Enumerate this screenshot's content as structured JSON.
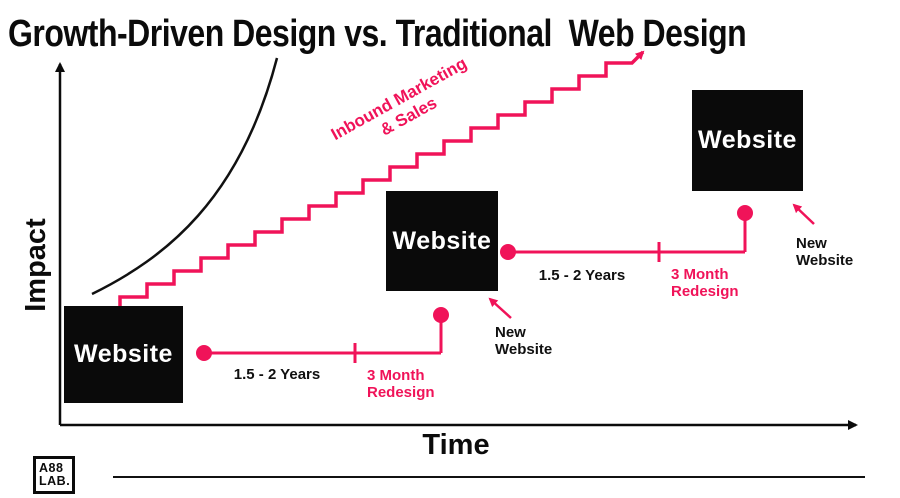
{
  "title": "Growth-Driven Design vs. Traditional  Web Design",
  "colors": {
    "accent_pink": "#f01359",
    "ink_black": "#0b0b0b",
    "background": "#ffffff",
    "box_fill": "#0a0a0a",
    "box_text": "#ffffff"
  },
  "axes": {
    "y_label": "Impact",
    "x_label": "Time"
  },
  "growth_line": {
    "label_line1": "Inbound Marketing",
    "label_line2": "& Sales"
  },
  "website_boxes": [
    {
      "label": "Website"
    },
    {
      "label": "Website"
    },
    {
      "label": "Website"
    }
  ],
  "timelines": [
    {
      "wait_label": "1.5 - 2 Years",
      "redesign_line1": "3 Month",
      "redesign_line2": "Redesign"
    },
    {
      "wait_label": "1.5 - 2 Years",
      "redesign_line1": "3 Month",
      "redesign_line2": "Redesign"
    }
  ],
  "annotations": [
    {
      "line1": "New",
      "line2": "Website"
    },
    {
      "line1": "New",
      "line2": "Website"
    }
  ],
  "logo": {
    "line1": "A88",
    "line2": "LAB."
  }
}
